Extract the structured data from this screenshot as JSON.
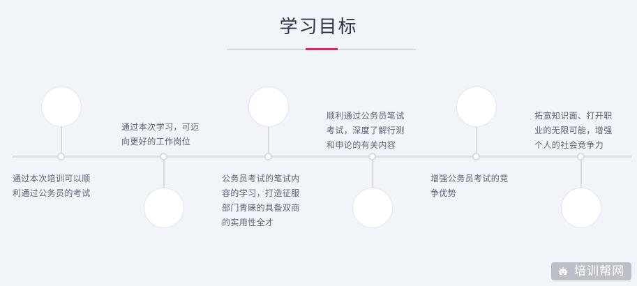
{
  "header": {
    "title": "学习目标",
    "accent_color": "#e0215a",
    "rule_color": "#d6d9de",
    "title_color": "#2b3242"
  },
  "theme": {
    "background": "#f1f4f8",
    "line_color": "#dcdfe4",
    "bubble_fill": "#ffffff",
    "bubble_border": "#e2e5ea",
    "text_color": "#5a6274"
  },
  "timeline": {
    "nodes": [
      {
        "index": 1,
        "bubble_position": "above",
        "text_position": "below",
        "text": "通过本次培训可以顺\n利通过公务员的考试"
      },
      {
        "index": 2,
        "bubble_position": "below",
        "text_position": "above",
        "text": "通过本次学习，可迈\n向更好的工作岗位"
      },
      {
        "index": 3,
        "bubble_position": "above",
        "text_position": "below",
        "text": "公务员考试的笔试内\n容的学习，打造征服\n部门青睐的具备双商\n的实用性全才"
      },
      {
        "index": 4,
        "bubble_position": "below",
        "text_position": "above",
        "text": "顺利通过公务员笔试\n考试，深度了解行测\n和申论的有关内容"
      },
      {
        "index": 5,
        "bubble_position": "above",
        "text_position": "below",
        "text": "增强公务员考试的竞\n争优势"
      },
      {
        "index": 6,
        "bubble_position": "below",
        "text_position": "above",
        "text": "拓宽知识面、打开职\n业的无限可能，增强\n个人的社会竞争力"
      }
    ]
  },
  "watermark": {
    "text": "培训帮网",
    "icon": "sun-face-icon",
    "background": "#bcc0c6"
  }
}
